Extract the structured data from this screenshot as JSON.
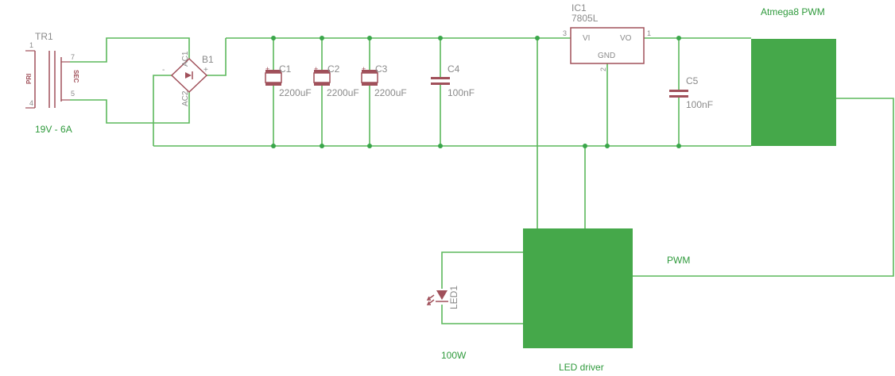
{
  "transformer": {
    "ref": "TR1",
    "primary": "PRI",
    "secondary": "SEC",
    "pin1": "1",
    "pin4": "4",
    "pin7": "7",
    "pin5": "5",
    "rating": "19V - 6A"
  },
  "bridge": {
    "ref": "B1",
    "ac1": "AC1",
    "ac2": "AC2",
    "plus": "+",
    "minus": "-"
  },
  "capacitors": [
    {
      "ref": "C1",
      "value": "2200uF"
    },
    {
      "ref": "C2",
      "value": "2200uF"
    },
    {
      "ref": "C3",
      "value": "2200uF"
    },
    {
      "ref": "C4",
      "value": "100nF"
    },
    {
      "ref": "C5",
      "value": "100nF"
    }
  ],
  "regulator": {
    "ref": "IC1",
    "part": "7805L",
    "vi": "VI",
    "vo": "VO",
    "gnd": "GND",
    "pin_in": "3",
    "pin_out": "1",
    "pin_gnd": "2"
  },
  "modules": {
    "pwm_module": "Atmega8 PWM",
    "driver": "LED driver",
    "pwm_signal": "PWM"
  },
  "led": {
    "ref": "LED1",
    "power": "100W"
  },
  "colors": {
    "wire": "#5cb85c",
    "part": "#a0505a",
    "block": "#45a84a",
    "label_grey": "#8a8a8a",
    "label_green": "#2f9a3c"
  }
}
